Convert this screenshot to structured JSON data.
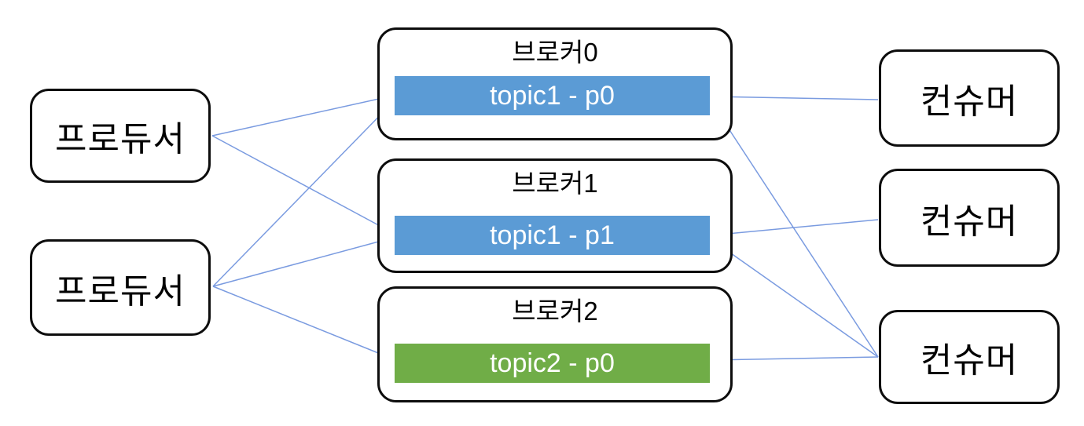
{
  "diagram": {
    "producers": [
      {
        "id": "producer-1",
        "label": "프로듀서"
      },
      {
        "id": "producer-2",
        "label": "프로듀서"
      }
    ],
    "brokers": [
      {
        "id": "broker-0",
        "title": "브로커0",
        "partition": {
          "id": "topic1-p0",
          "label": "topic1 - p0",
          "color": "#5b9bd5",
          "text_color": "#ffffff"
        }
      },
      {
        "id": "broker-1",
        "title": "브로커1",
        "partition": {
          "id": "topic1-p1",
          "label": "topic1 - p1",
          "color": "#5b9bd5",
          "text_color": "#ffffff"
        }
      },
      {
        "id": "broker-2",
        "title": "브로커2",
        "partition": {
          "id": "topic2-p0",
          "label": "topic2 - p0",
          "color": "#70ad47",
          "text_color": "#ffffff"
        }
      }
    ],
    "consumers": [
      {
        "id": "consumer-1",
        "label": "컨슈머"
      },
      {
        "id": "consumer-2",
        "label": "컨슈머"
      },
      {
        "id": "consumer-3",
        "label": "컨슈머"
      }
    ],
    "edges": [
      {
        "from": "producer-1",
        "to": "topic1-p0"
      },
      {
        "from": "producer-1",
        "to": "topic1-p1"
      },
      {
        "from": "producer-2",
        "to": "topic1-p0"
      },
      {
        "from": "producer-2",
        "to": "topic1-p1"
      },
      {
        "from": "producer-2",
        "to": "topic2-p0"
      },
      {
        "from": "consumer-1",
        "to": "topic1-p0"
      },
      {
        "from": "consumer-2",
        "to": "topic1-p1"
      },
      {
        "from": "consumer-3",
        "to": "topic1-p0"
      },
      {
        "from": "consumer-3",
        "to": "topic1-p1"
      },
      {
        "from": "consumer-3",
        "to": "topic2-p0"
      }
    ],
    "colors": {
      "arrow_line": "#7a9be0",
      "arrow_head": "#4472c4",
      "box_border": "#0d0d0d",
      "background": "#ffffff"
    }
  }
}
